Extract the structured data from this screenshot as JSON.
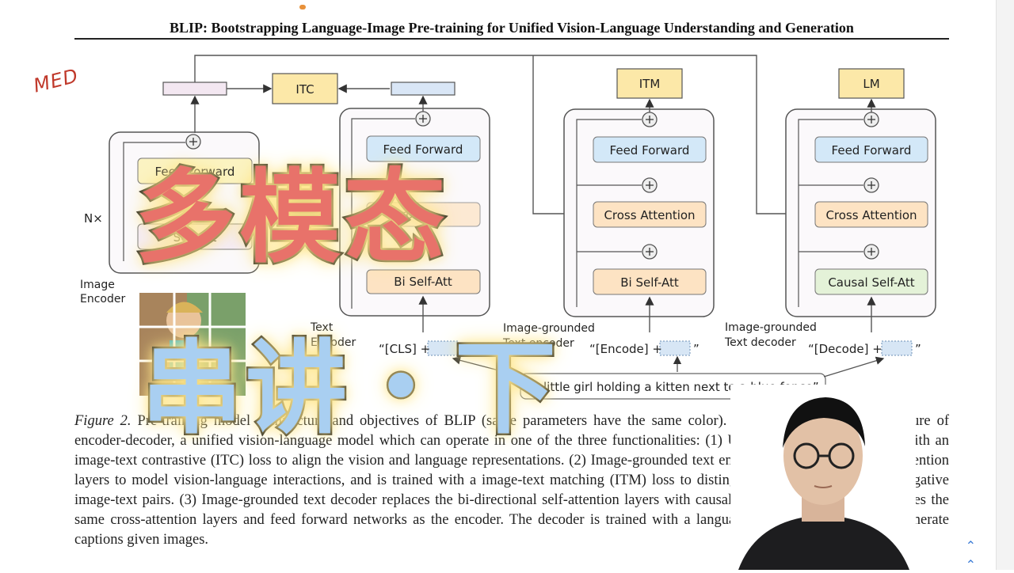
{
  "paper": {
    "title": "BLIP: Bootstrapping Language-Image Pre-training for Unified Vision-Language Understanding and Generation",
    "annotation": "MED"
  },
  "diagram": {
    "image_encoder": {
      "label_line1": "Image",
      "label_line2": "Encoder",
      "feed_forward": "Feed Forward",
      "self_att": "Self Att",
      "repeat": "N×"
    },
    "itc_label": "ITC",
    "text_encoder": {
      "label_line1": "Text",
      "label_line2": "Encoder",
      "feed_forward": "Feed Forward",
      "cross_attention": "Cross",
      "bi_self_att": "Bi Self-Att",
      "token_prefix": "“[CLS] +",
      "token_suffix": "”"
    },
    "itm_branch": {
      "head": "ITM",
      "label_line1": "Image-grounded",
      "label_line2": "Text encoder",
      "feed_forward": "Feed Forward",
      "cross_attention": "Cross Attention",
      "bi_self_att": "Bi Self-Att",
      "token_prefix": "“[Encode] +",
      "token_suffix": "”"
    },
    "lm_branch": {
      "head": "LM",
      "label_line1": "Image-grounded",
      "label_line2": "Text decoder",
      "feed_forward": "Feed Forward",
      "cross_attention": "Cross Attention",
      "causal_self_att": "Causal Self-Att",
      "token_prefix": "“[Decode] +",
      "token_suffix": "”"
    },
    "input_caption": "“a little girl holding a kitten next to a blue fence”"
  },
  "caption": {
    "label": "Figure 2.",
    "text": " Pre-training model architecture and objectives of BLIP (same parameters have the same color). We propose multimodal mixture of encoder-decoder, a unified vision-language model which can operate in one of the three functionalities: (1) Unimodal encoder is trained with an image-text contrastive (ITC) loss to align the vision and language representations. (2) Image-grounded text encoder uses additional cross-attention layers to model vision-language interactions, and is trained with a image-text matching (ITM) loss to distinguish between positive and negative image-text pairs. (3) Image-grounded text decoder replaces the bi-directional self-attention layers with causal self-attention layers, and shares the same cross-attention layers and feed forward networks as the encoder. The decoder is trained with a language modeling (LM) loss to generate captions given images."
  },
  "overlay": {
    "line1": "多模态",
    "line2": "串讲・下"
  },
  "colors": {
    "feed_forward_blue": "#d3e8f8",
    "feed_forward_yellow": "#fbf3c2",
    "cross_attention_orange": "#fde3c3",
    "causal_green": "#e4f2d8",
    "head_yellow": "#fce8a8",
    "bi_self_att_orange": "#fde3c3",
    "overlay_red": "#e8726a",
    "overlay_blue": "#a9cff1"
  },
  "icons": [
    "plus-circle-icon",
    "arrow-icon",
    "scroll-up-icon"
  ]
}
